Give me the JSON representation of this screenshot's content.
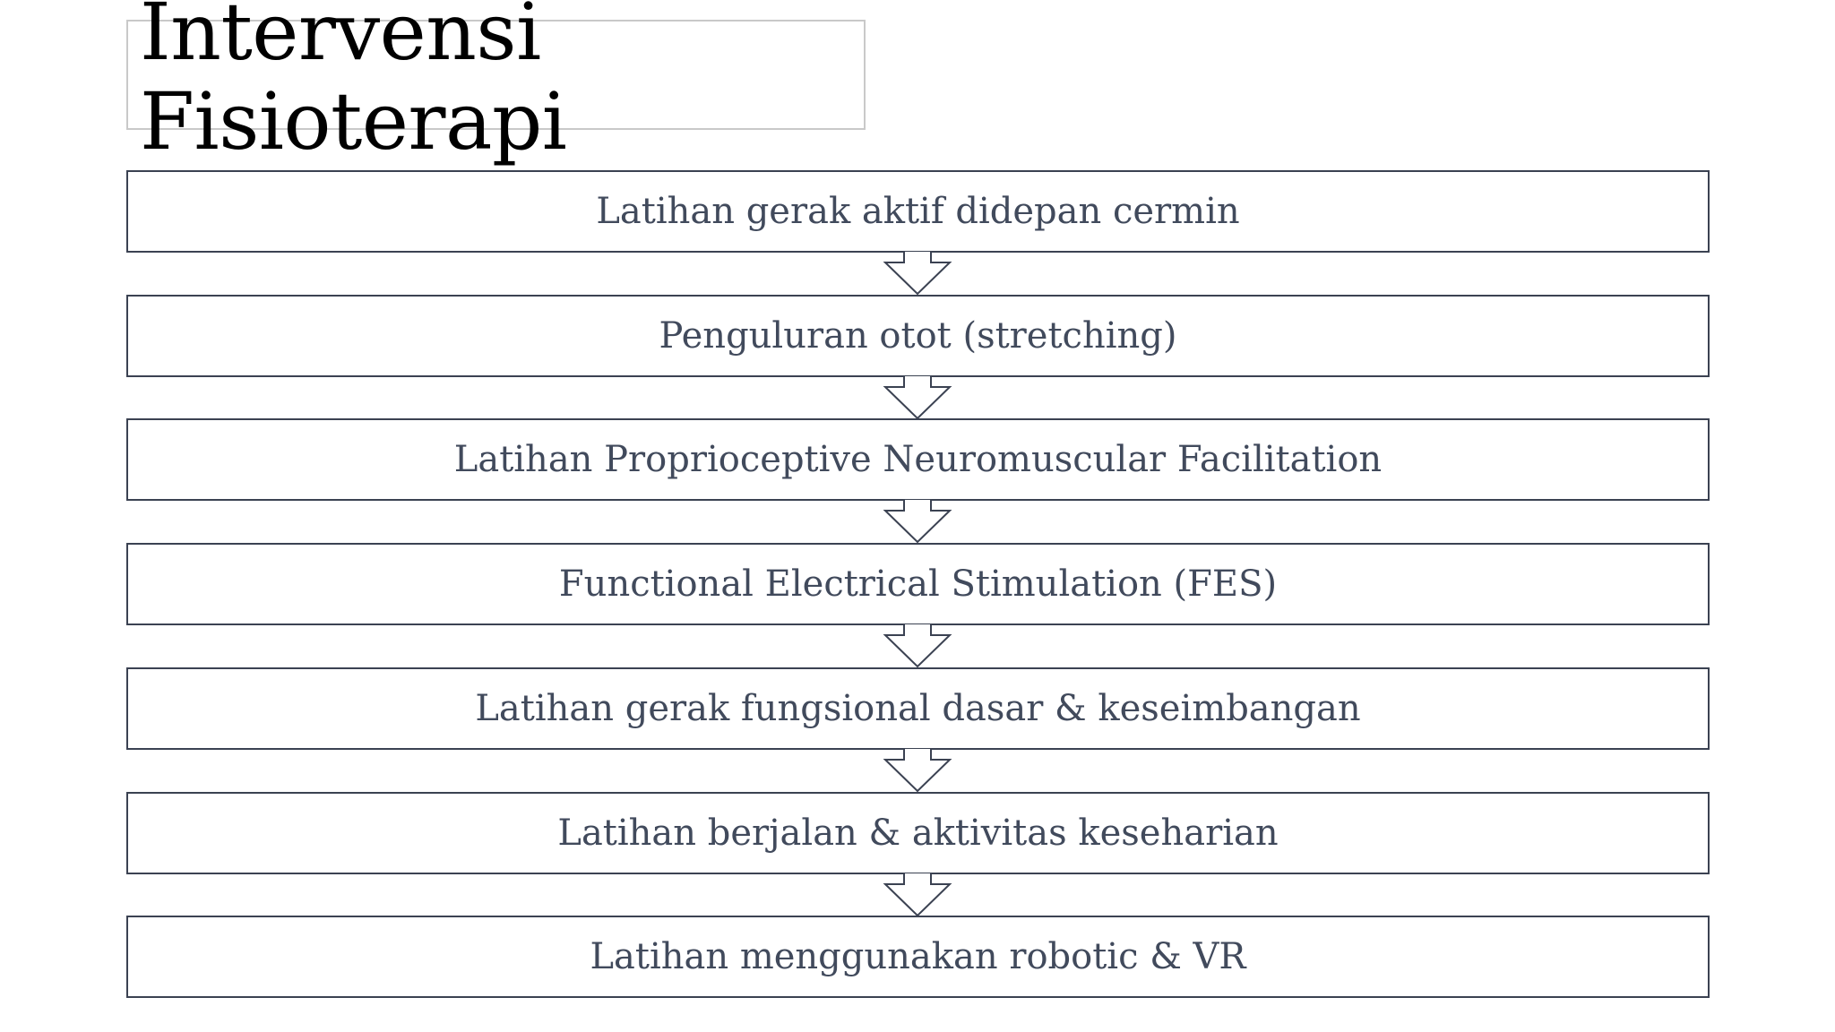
{
  "slide": {
    "title_lines": [
      "Intervensi",
      "Fisioterapi"
    ]
  },
  "flow": {
    "steps": [
      "Latihan gerak aktif didepan cermin",
      "Penguluran otot (stretching)",
      "Latihan Proprioceptive Neuromuscular Facilitation",
      "Functional Electrical Stimulation (FES)",
      "Latihan gerak fungsional dasar & keseimbangan",
      "Latihan berjalan & aktivitas keseharian",
      "Latihan menggunakan robotic & VR"
    ]
  },
  "colors": {
    "box_border": "#3b4252",
    "box_text": "#414a5c",
    "title_text": "#000000",
    "title_box_border": "#c9c9c9"
  }
}
